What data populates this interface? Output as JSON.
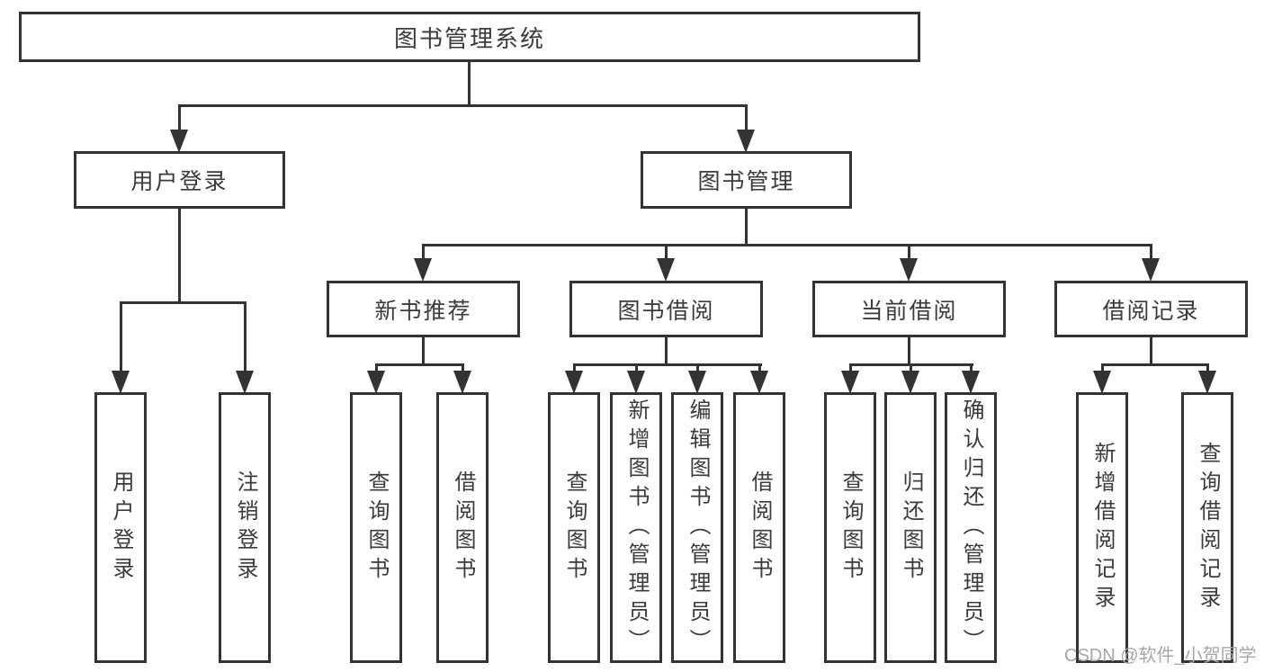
{
  "diagram": {
    "title": "图书管理系统",
    "modules": [
      {
        "label": "用户登录",
        "features": [
          "用户登录",
          "注销登录"
        ]
      },
      {
        "label": "图书管理",
        "submodules": [
          {
            "label": "新书推荐",
            "features": [
              "查询图书",
              "借阅图书"
            ]
          },
          {
            "label": "图书借阅",
            "features": [
              "查询图书",
              "新增图书（管理员）",
              "编辑图书（管理员）",
              "借阅图书"
            ]
          },
          {
            "label": "当前借阅",
            "features": [
              "查询图书",
              "归还图书",
              "确认归还（管理员）"
            ]
          },
          {
            "label": "借阅记录",
            "features": [
              "新增借阅记录",
              "查询借阅记录"
            ]
          }
        ]
      }
    ]
  },
  "watermark": {
    "text": "CSDN @软件_小贺同学"
  },
  "colors": {
    "line": "#333333",
    "text": "#3b3b3b",
    "watermark_text": "#a6a6a6",
    "background": "#ffffff"
  }
}
